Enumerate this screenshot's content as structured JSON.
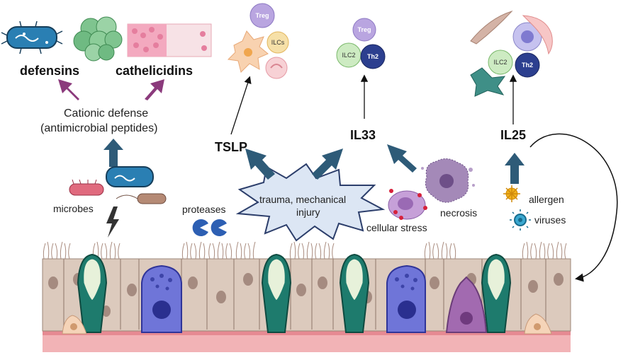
{
  "labels": {
    "defensins": "defensins",
    "cathelicidins": "cathelicidins",
    "cationic_line1": "Cationic defense",
    "cationic_line2": "(antimicrobial peptides)",
    "tslp": "TSLP",
    "il33": "IL33",
    "il25": "IL25",
    "microbes": "microbes",
    "proteases": "proteases",
    "trauma_line1": "trauma, mechanical",
    "trauma_line2": "injury",
    "necrosis": "necrosis",
    "cellular_stress": "cellular stress",
    "allergen": "allergen",
    "viruses": "viruses"
  },
  "cells": {
    "treg": "Treg",
    "ilcs": "ILCs",
    "ilc2": "ILC2",
    "th2": "Th2"
  },
  "colors": {
    "arrow_teal": "#2e5b78",
    "arrow_purple": "#8b3a7c",
    "epithelium_beige": "#ddc8bb",
    "goblet_teal": "#1e7b6d",
    "basal_purple": "#6f75d8",
    "basement_pink": "#f2b3b6"
  }
}
